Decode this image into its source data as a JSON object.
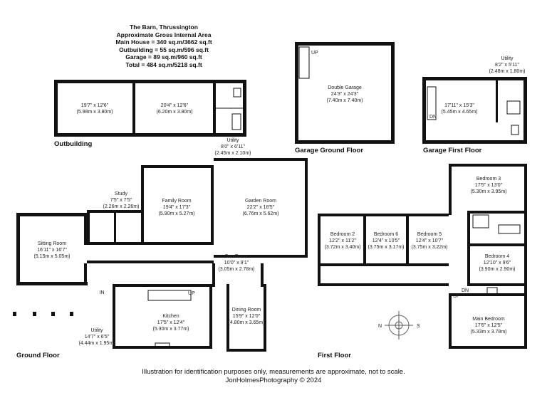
{
  "header": {
    "title": "The Barn, Thrussington",
    "subtitle": "Approximate Gross Internal Area",
    "main_house": "Main House = 340 sq.m/3662 sq.ft",
    "outbuilding": "Outbuilding = 55 sq.m/596 sq.ft",
    "garage": "Garage = 89 sq.m/960 sq.ft",
    "total": "Total = 484 sq.m/5218 sq.ft"
  },
  "floors": {
    "outbuilding": "Outbuilding",
    "garage_ground": "Garage Ground Floor",
    "garage_first": "Garage First Floor",
    "ground": "Ground Floor",
    "first": "First Floor"
  },
  "rooms": {
    "out1": {
      "name": "",
      "dims": "19'7\" x 12'6\"",
      "metric": "(5.98m x 3.80m)"
    },
    "out2": {
      "name": "",
      "dims": "20'4\" x 12'6\"",
      "metric": "(6.20m x 3.80m)"
    },
    "out_utility": {
      "name": "Utility",
      "dims": "8'0\" x 6'11\"",
      "metric": "(2.45m x 2.10m)"
    },
    "double_garage": {
      "name": "Double Garage",
      "dims": "24'3\" x 24'3\"",
      "metric": "(7.40m x 7.40m)"
    },
    "garage_first": {
      "name": "",
      "dims": "17'11\" x 15'3\"",
      "metric": "(5.45m x 4.65m)"
    },
    "garage_utility": {
      "name": "Utility",
      "dims": "8'2\" x 5'11\"",
      "metric": "(2.48m x 1.80m)"
    },
    "study": {
      "name": "Study",
      "dims": "7'5\" x 7'5\"",
      "metric": "(2.26m x 2.26m)"
    },
    "family": {
      "name": "Family Room",
      "dims": "19'4\" x 17'3\"",
      "metric": "(5.90m x 5.27m)"
    },
    "garden": {
      "name": "Garden Room",
      "dims": "22'2\" x 18'5\"",
      "metric": "(6.76m x 5.62m)"
    },
    "sitting": {
      "name": "Sitting Room",
      "dims": "16'11\" x 16'7\"",
      "metric": "(5.15m x 5.05m)"
    },
    "sun": {
      "name": "Sun Room",
      "dims": "10'0\" x 9'1\"",
      "metric": "(3.05m x 2.78m)"
    },
    "kitchen": {
      "name": "Kitchen",
      "dims": "17'5\" x 12'4\"",
      "metric": "(5.30m x 3.77m)"
    },
    "dining": {
      "name": "Dining Room",
      "dims": "15'9\" x 12'0\"",
      "metric": "(4.80m x 3.65m)"
    },
    "gf_utility": {
      "name": "Utility",
      "dims": "14'7\" x 6'5\"",
      "metric": "(4.44m x 1.95m)"
    },
    "bed3": {
      "name": "Bedroom 3",
      "dims": "17'5\" x 13'0\"",
      "metric": "(5.30m x 3.95m)"
    },
    "bed2": {
      "name": "Bedroom 2",
      "dims": "12'2\" x 11'2\"",
      "metric": "(3.72m x 3.40m)"
    },
    "bed6": {
      "name": "Bedroom 6",
      "dims": "12'4\" x 10'5\"",
      "metric": "(3.75m x 3.17m)"
    },
    "bed5": {
      "name": "Bedroom 5",
      "dims": "12'4\" x 10'7\"",
      "metric": "(3.75m x 3.22m)"
    },
    "bed4": {
      "name": "Bedroom 4",
      "dims": "12'10\" x 9'6\"",
      "metric": "(3.90m x 2.90m)"
    },
    "main_bed": {
      "name": "Main Bedroom",
      "dims": "17'6\" x 12'5\"",
      "metric": "(5.33m x 3.78m)"
    }
  },
  "markers": {
    "up": "UP",
    "dn": "DN",
    "in": "IN"
  },
  "compass": {
    "n": "N",
    "s": "S"
  },
  "footer": {
    "disclaimer": "Illustration for identification purposes only, measurements are approximate, not to scale.",
    "credit": "JonHolmesPhotography © 2024"
  }
}
